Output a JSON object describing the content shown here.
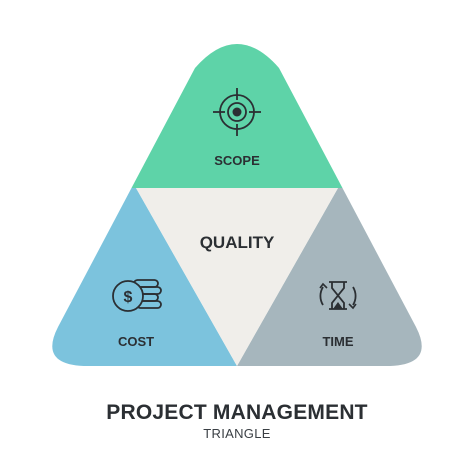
{
  "diagram": {
    "segments": {
      "scope": {
        "label": "SCOPE",
        "color": "#5ed3a8",
        "icon": "target-icon"
      },
      "cost": {
        "label": "COST",
        "color": "#7cc3dd",
        "icon": "dollar-coins-icon"
      },
      "time": {
        "label": "TIME",
        "color": "#a6b6bd",
        "icon": "hourglass-cycle-icon"
      },
      "quality": {
        "label": "QUALITY",
        "color": "#f0eeea"
      }
    }
  },
  "title": {
    "main": "PROJECT MANAGEMENT",
    "sub": "TRIANGLE"
  }
}
